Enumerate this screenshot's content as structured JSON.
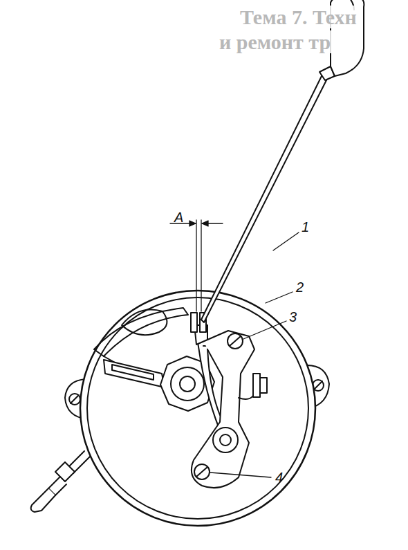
{
  "diagram": {
    "labels": [
      "Тема 7. Техн",
      "и ремонт тр",
      "А",
      "1",
      "2",
      "3",
      "4"
    ]
  }
}
